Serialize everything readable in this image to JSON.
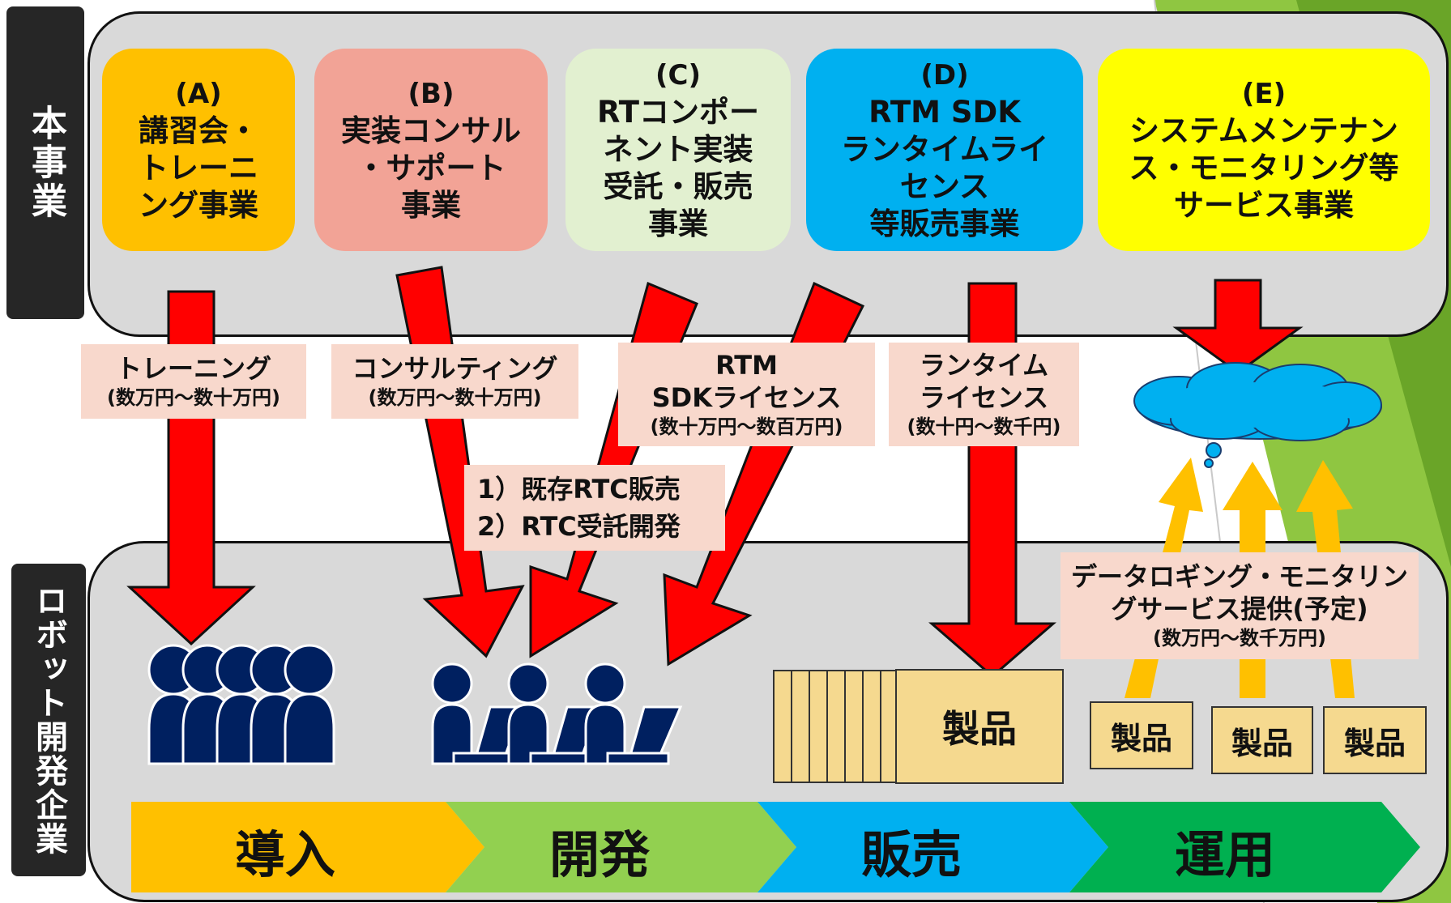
{
  "labels": {
    "top": "本事業",
    "bottom": "ロボット開発企業"
  },
  "businesses": [
    {
      "code": "(A)",
      "lines": [
        "講習会・",
        "トレーニ",
        "ング事業"
      ],
      "color": "#ffc000"
    },
    {
      "code": "(B)",
      "lines": [
        "実装コンサル",
        "・サポート",
        "事業"
      ],
      "color": "#f2a396"
    },
    {
      "code": "(C)",
      "lines": [
        "RTコンポー",
        "ネント実装",
        "受託・販売",
        "事業"
      ],
      "color": "#e2f0d0"
    },
    {
      "code": "(D)",
      "lines": [
        "RTM SDK",
        "ランタイムライ",
        "センス",
        "等販売事業"
      ],
      "color": "#00b0f0"
    },
    {
      "code": "(E)",
      "lines": [
        "システムメンテナン",
        "ス・モニタリング等",
        "サービス事業"
      ],
      "color": "#ffff00"
    }
  ],
  "revenue": [
    {
      "title": [
        "トレーニング"
      ],
      "price": "(数万円～数十万円)"
    },
    {
      "title": [
        "コンサルティング"
      ],
      "price": "(数万円～数十万円)"
    },
    {
      "title": [
        "RTM",
        "SDKライセンス"
      ],
      "price": "(数十万円～数百万円)"
    },
    {
      "title": [
        "ランタイム",
        "ライセンス"
      ],
      "price": "(数十円～数千円)"
    },
    {
      "title": [
        "データロギング・モニタリン",
        "グサービス提供(予定)"
      ],
      "price": "(数万円～数千万円)"
    }
  ],
  "rtc_note": [
    "1）既存RTC販売",
    "2）RTC受託開発"
  ],
  "products": {
    "main": "製品",
    "small": [
      "製品",
      "製品",
      "製品"
    ]
  },
  "phases": [
    {
      "label": "導入",
      "color": "#ffc000"
    },
    {
      "label": "開発",
      "color": "#92d050"
    },
    {
      "label": "販売",
      "color": "#00b0f0"
    },
    {
      "label": "運用",
      "color": "#00b050"
    }
  ],
  "colors": {
    "arrow": "#ff0000",
    "up_arrow": "#ffc000",
    "people": "#002060",
    "cloud": "#00b0f0",
    "panel": "#d9d9d9",
    "product": "#f5d98f"
  }
}
